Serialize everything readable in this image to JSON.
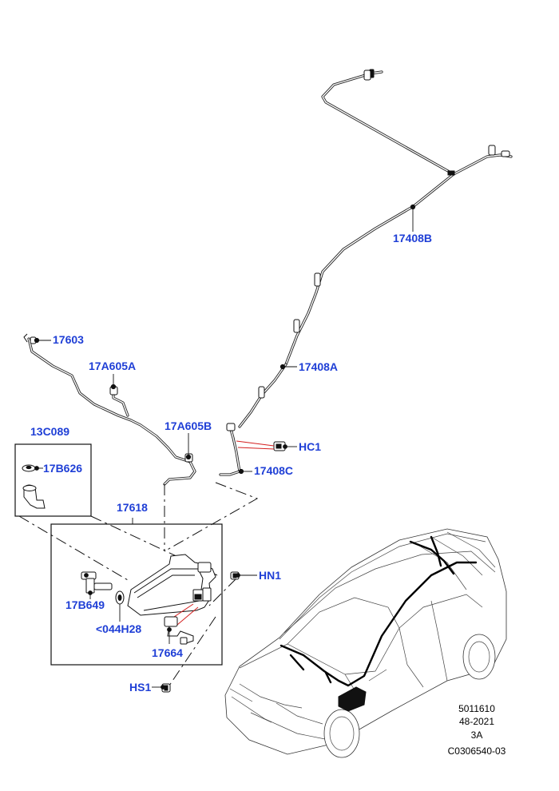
{
  "callouts": {
    "c17603": "17603",
    "c17a605a": "17A605A",
    "c17a605b": "17A605B",
    "c13c089": "13C089",
    "c17b626": "17B626",
    "c17618": "17618",
    "c17b649": "17B649",
    "c044h28": "<044H28",
    "c17664": "17664",
    "chs1": "HS1",
    "chn1": "HN1",
    "chc1": "HC1",
    "c17408a": "17408A",
    "c17408b": "17408B",
    "c17408c": "17408C"
  },
  "footer": {
    "line1": "5011610",
    "line2": "48-2021",
    "line3": "3A",
    "line4": "C0306540-03"
  },
  "colors": {
    "callout": "#1f3fd6",
    "highlight_line": "#d42020"
  }
}
